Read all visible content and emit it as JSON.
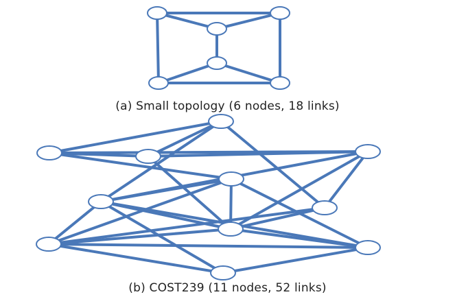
{
  "figure": {
    "panels": [
      {
        "id": "a",
        "caption": "(a) Small topology (6 nodes, 18 links)",
        "nodes": [
          "n1",
          "n2",
          "n3",
          "n4",
          "n5",
          "n6"
        ],
        "edges": [
          [
            "n1",
            "n2"
          ],
          [
            "n1",
            "n3"
          ],
          [
            "n2",
            "n3"
          ],
          [
            "n3",
            "n4"
          ],
          [
            "n1",
            "n5"
          ],
          [
            "n4",
            "n5"
          ],
          [
            "n2",
            "n6"
          ],
          [
            "n4",
            "n6"
          ],
          [
            "n5",
            "n6"
          ]
        ]
      },
      {
        "id": "b",
        "caption": "(b) COST239 (11 nodes, 52 links)",
        "nodes": [
          "c1",
          "c2",
          "c3",
          "c4",
          "c5",
          "c6",
          "c7",
          "c8",
          "c9",
          "c10",
          "c11"
        ],
        "edges": [
          [
            "c1",
            "c2"
          ],
          [
            "c1",
            "c3"
          ],
          [
            "c1",
            "c6"
          ],
          [
            "c1",
            "c7"
          ],
          [
            "c2",
            "c3"
          ],
          [
            "c2",
            "c5"
          ],
          [
            "c2",
            "c4"
          ],
          [
            "c3",
            "c4"
          ],
          [
            "c3",
            "c8"
          ],
          [
            "c4",
            "c6"
          ],
          [
            "c4",
            "c8"
          ],
          [
            "c5",
            "c8"
          ],
          [
            "c5",
            "c9"
          ],
          [
            "c5",
            "c10"
          ],
          [
            "c5",
            "c6"
          ],
          [
            "c6",
            "c8"
          ],
          [
            "c6",
            "c9"
          ],
          [
            "c6",
            "c10"
          ],
          [
            "c6",
            "c11"
          ],
          [
            "c7",
            "c8"
          ],
          [
            "c7",
            "c9"
          ],
          [
            "c7",
            "c4"
          ],
          [
            "c8",
            "c9"
          ],
          [
            "c8",
            "c10"
          ],
          [
            "c9",
            "c10"
          ],
          [
            "c9",
            "c11"
          ],
          [
            "c10",
            "c11"
          ]
        ]
      }
    ]
  }
}
